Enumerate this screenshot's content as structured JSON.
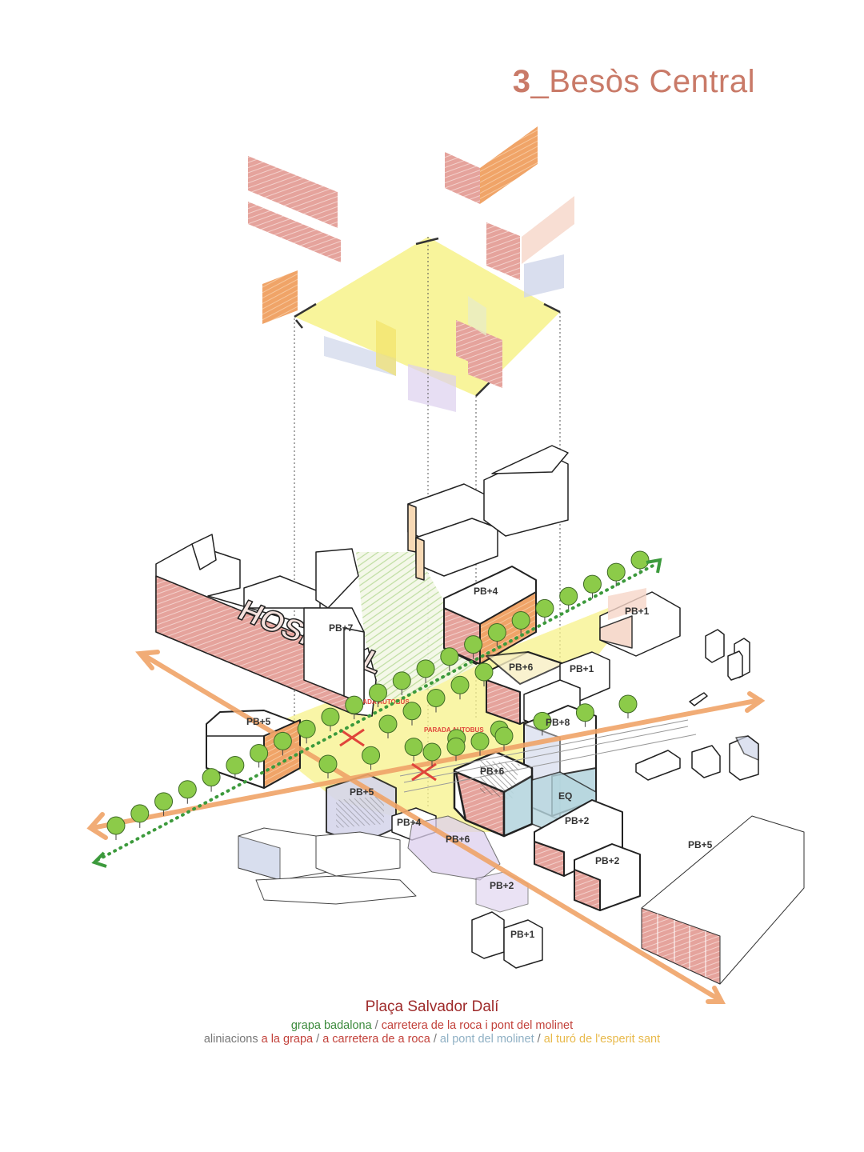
{
  "title": {
    "number": "3",
    "text": "_Besòs Central"
  },
  "labels": {
    "pb7": "PB+7",
    "pb4_top": "PB+4",
    "pb1_right": "PB+1",
    "pb6_mid": "PB+6",
    "pb1_mid": "PB+1",
    "pb5_left": "PB+5",
    "pb8": "PB+8",
    "pb6_center": "PB+6",
    "eq": "EQ",
    "pb5_center": "PB+5",
    "pb4_small": "PB+4",
    "pb6_purple": "PB+6",
    "pb2_a": "PB+2",
    "pb2_b": "PB+2",
    "pb2_c": "PB+2",
    "pb1_bottom": "PB+1",
    "pb5_right": "PB+5",
    "hospital": "HOSPITAL",
    "parada1": "PARADA AUTOBUS",
    "parada2": "PARADA AUTOBUS"
  },
  "colors": {
    "pink": "#e5a39c",
    "orange": "#f0a468",
    "yellow": "#f7f28a",
    "green": "#8ccb49",
    "blue": "#b7d7df",
    "lavender": "#d6d6ec",
    "dotgreen": "#3c9a3c"
  },
  "caption": {
    "title": "Plaça Salvador Dalí",
    "line1": {
      "a": "grapa badalona",
      "sep": " / ",
      "b": "carretera de la roca i pont del molinet"
    },
    "line2": {
      "prefix": "aliniacions",
      "a": " a la grapa",
      "s1": " / ",
      "b": "a carretera de a roca",
      "s2": " / ",
      "c": "al pont del molinet",
      "s3": " / ",
      "d": "al turó de l'esperit sant"
    }
  }
}
